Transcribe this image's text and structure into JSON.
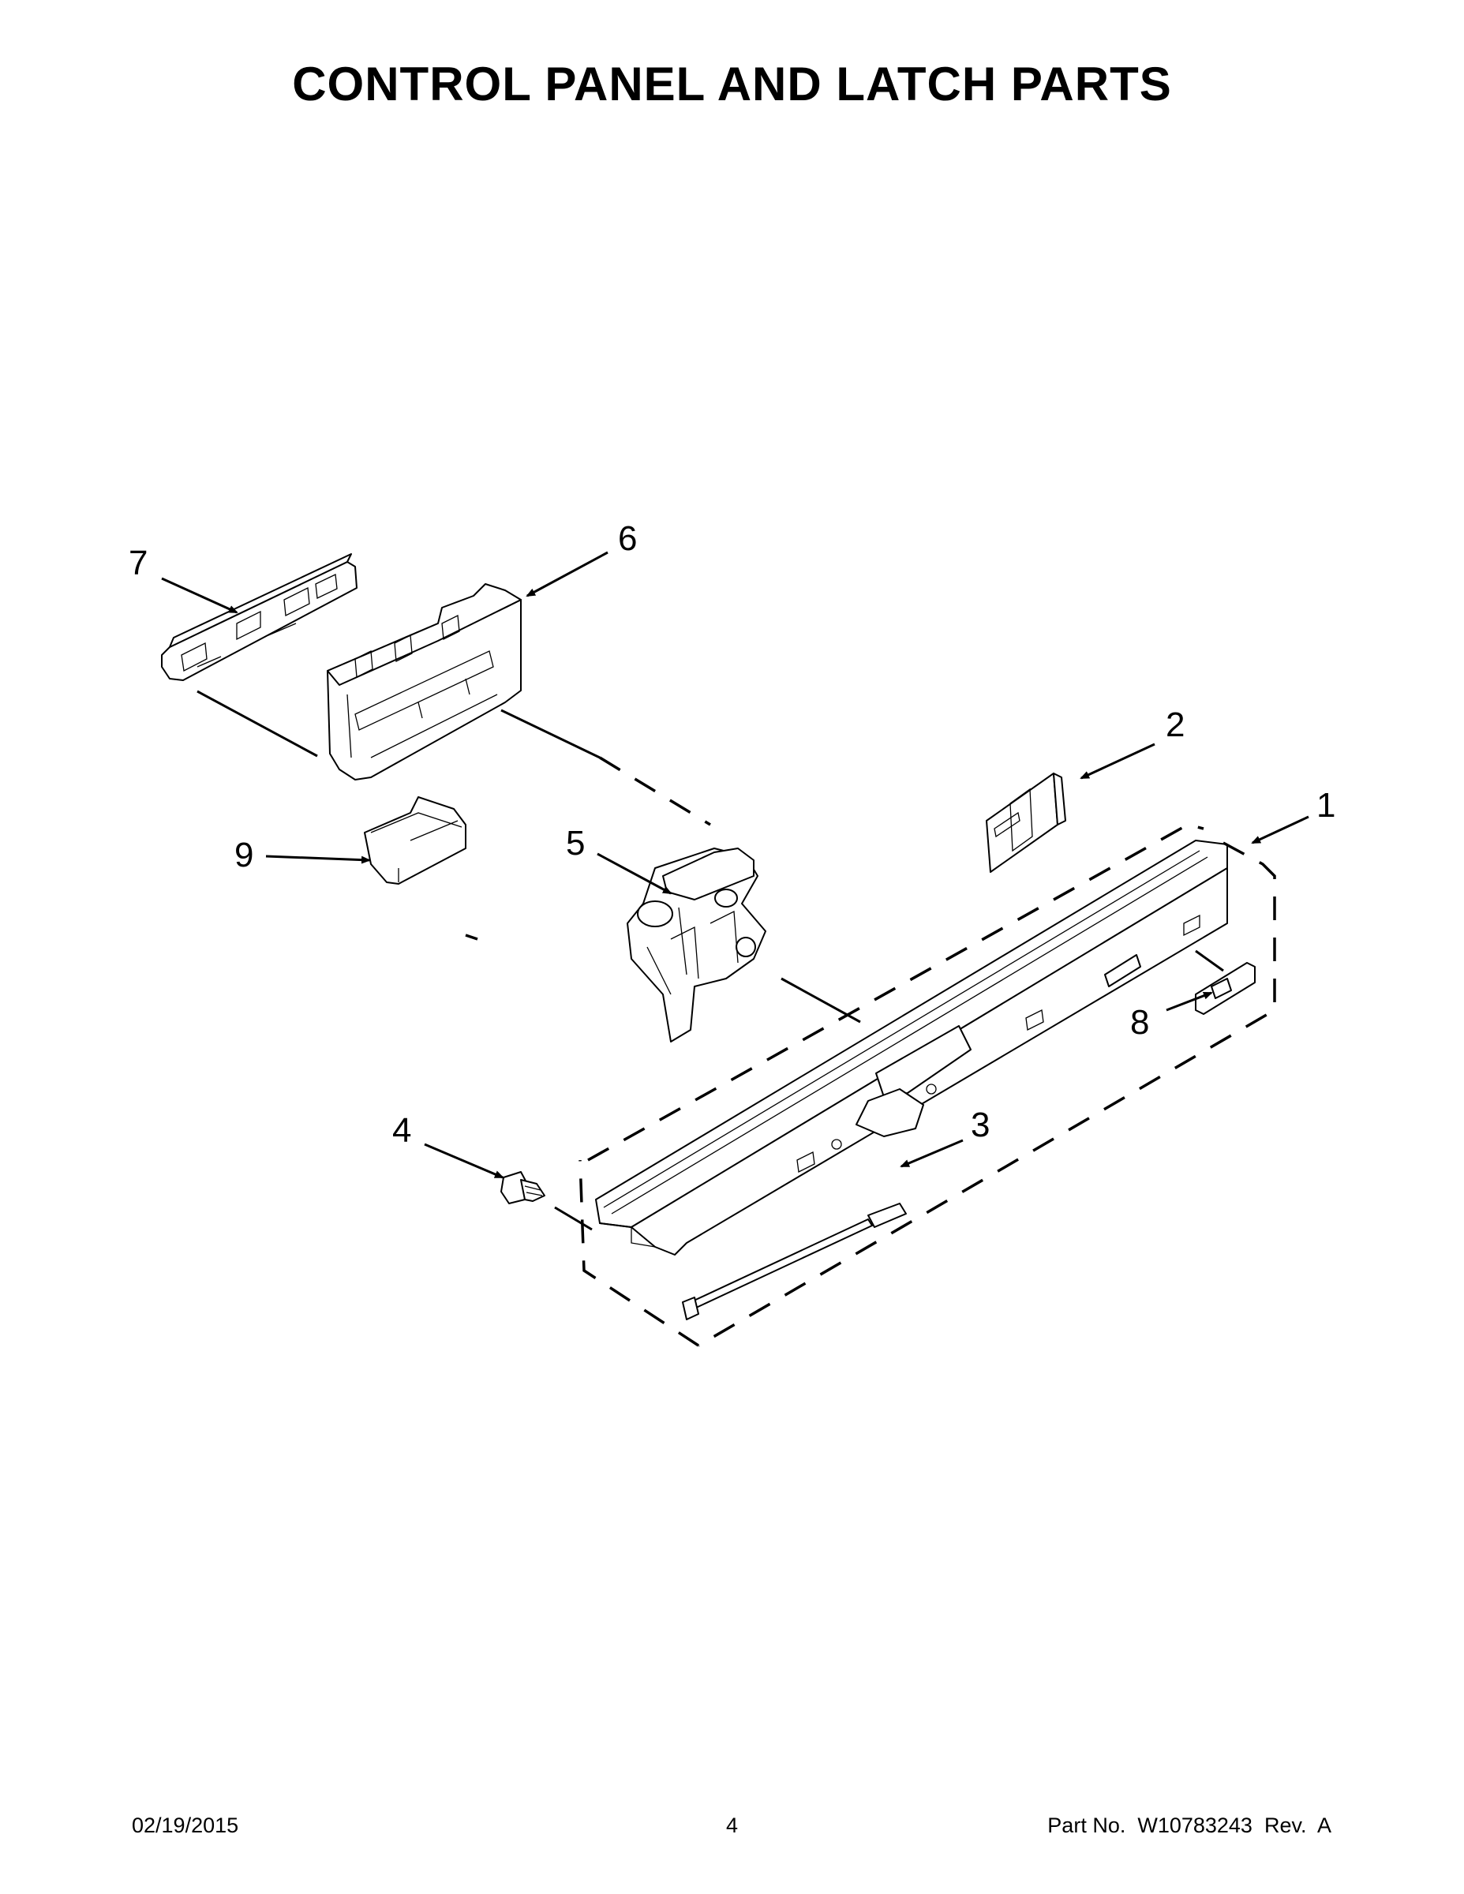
{
  "page": {
    "title": "CONTROL PANEL AND LATCH PARTS",
    "footer": {
      "date": "02/19/2015",
      "page_number": "4",
      "part_number": "Part No.  W10783243  Rev.  A"
    }
  },
  "callouts": [
    {
      "id": "1",
      "label": "1"
    },
    {
      "id": "2",
      "label": "2"
    },
    {
      "id": "3",
      "label": "3"
    },
    {
      "id": "4",
      "label": "4"
    },
    {
      "id": "5",
      "label": "5"
    },
    {
      "id": "6",
      "label": "6"
    },
    {
      "id": "7",
      "label": "7"
    },
    {
      "id": "8",
      "label": "8"
    },
    {
      "id": "9",
      "label": "9"
    }
  ]
}
